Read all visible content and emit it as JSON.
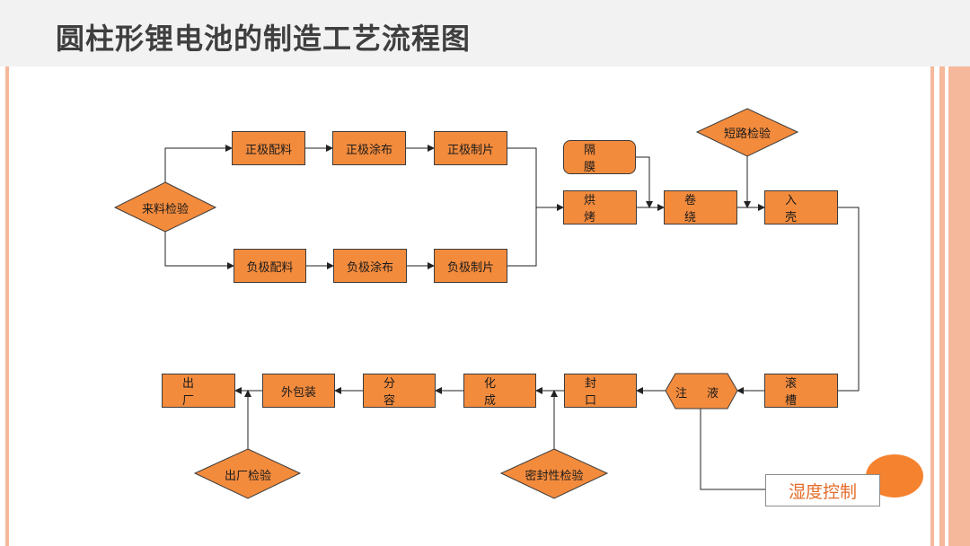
{
  "title": "圆柱形锂电池的制造工艺流程图",
  "colors": {
    "node_fill": "#f38b3d",
    "header_bg": "#f2f2f2",
    "accent": "#f6b89b",
    "note_text": "#e46c2a"
  },
  "nodes": {
    "incoming_inspection": "来料检验",
    "pos_mixing": "正极配料",
    "pos_coating": "正极涂布",
    "pos_sheet": "正极制片",
    "neg_mixing": "负极配料",
    "neg_coating": "负极涂布",
    "neg_sheet": "负极制片",
    "separator": "隔膜",
    "baking": "烘烤",
    "winding": "卷绕",
    "short_circuit_test": "短路检验",
    "can_insertion": "入壳",
    "grooving": "滚槽",
    "electrolyte_filling": "注液",
    "sealing": "封口",
    "formation": "化成",
    "grading": "分容",
    "packaging": "外包装",
    "shipping": "出厂",
    "seal_inspection": "密封性检验",
    "final_inspection": "出厂检验",
    "humidity_control": "湿度控制"
  }
}
